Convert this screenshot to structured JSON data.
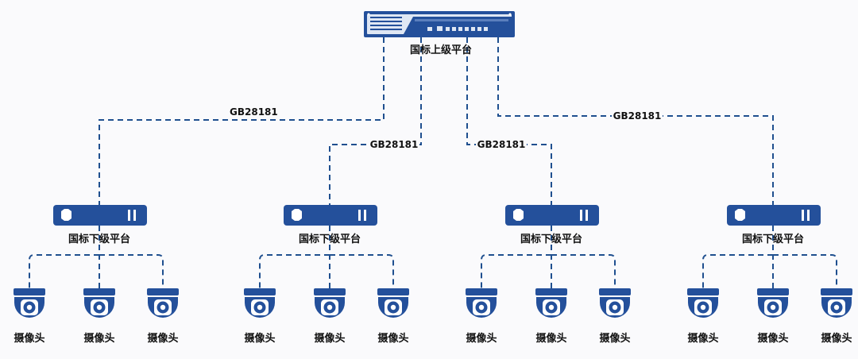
{
  "diagram": {
    "top_node": {
      "label": "国标上级平台",
      "icon": "rack-server-icon"
    },
    "protocol_labels": [
      "GB28181",
      "GB28181",
      "GB28181",
      "GB28181"
    ],
    "colors": {
      "primary": "#24509b",
      "link": "#1f4f8f",
      "server_light": "#dfe7f4"
    },
    "groups": [
      {
        "label": "国标下级平台",
        "icon": "nvr-device-icon",
        "cameras": [
          {
            "label": "摄像头",
            "icon": "dome-camera-icon"
          },
          {
            "label": "摄像头",
            "icon": "dome-camera-icon"
          },
          {
            "label": "摄像头",
            "icon": "dome-camera-icon"
          }
        ]
      },
      {
        "label": "国标下级平台",
        "icon": "nvr-device-icon",
        "cameras": [
          {
            "label": "摄像头",
            "icon": "dome-camera-icon"
          },
          {
            "label": "摄像头",
            "icon": "dome-camera-icon"
          },
          {
            "label": "摄像头",
            "icon": "dome-camera-icon"
          }
        ]
      },
      {
        "label": "国标下级平台",
        "icon": "nvr-device-icon",
        "cameras": [
          {
            "label": "摄像头",
            "icon": "dome-camera-icon"
          },
          {
            "label": "摄像头",
            "icon": "dome-camera-icon"
          },
          {
            "label": "摄像头",
            "icon": "dome-camera-icon"
          }
        ]
      },
      {
        "label": "国标下级平台",
        "icon": "nvr-device-icon",
        "cameras": [
          {
            "label": "摄像头",
            "icon": "dome-camera-icon"
          },
          {
            "label": "摄像头",
            "icon": "dome-camera-icon"
          },
          {
            "label": "摄像头",
            "icon": "dome-camera-icon"
          }
        ]
      }
    ]
  }
}
